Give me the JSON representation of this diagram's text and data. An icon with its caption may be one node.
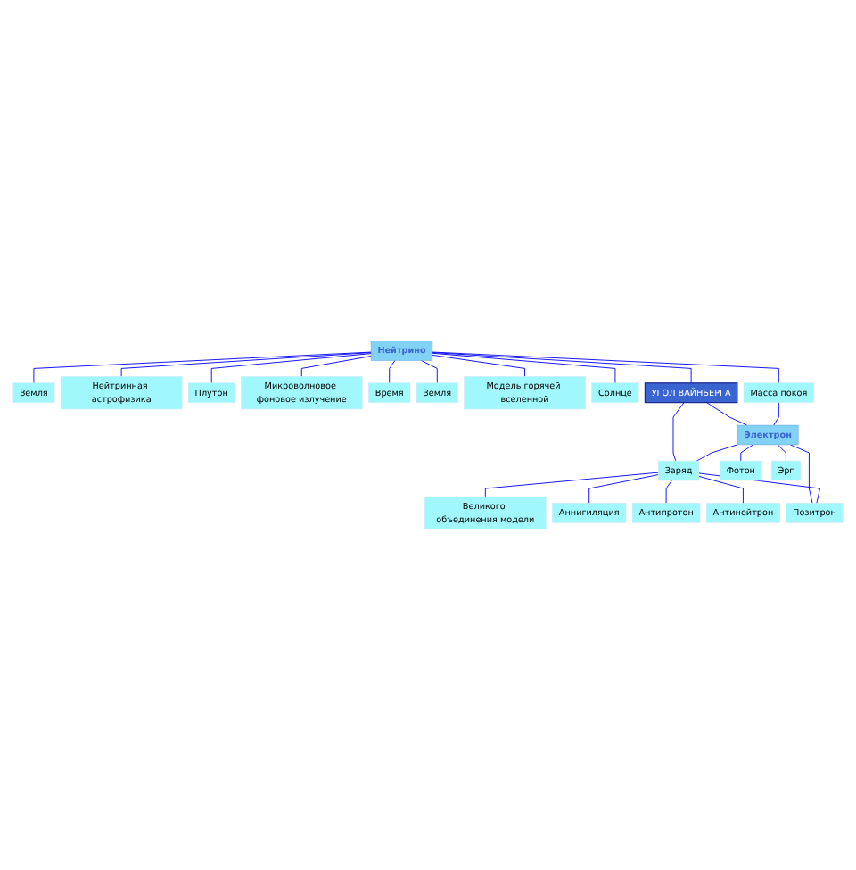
{
  "diagram": {
    "nodes": [
      {
        "text": [
          "Земля"
        ]
      },
      {
        "text": [
          "Нейтринная астрофизика"
        ]
      },
      {
        "text": [
          "Плутон"
        ]
      },
      {
        "text": [
          "Микроволновое фоновое излучение"
        ]
      },
      {
        "text": [
          "Время"
        ]
      },
      {
        "text": [
          "Земля"
        ]
      },
      {
        "text": [
          "Нейтрино"
        ]
      },
      {
        "text": [
          "Модель горячей вселенной"
        ]
      },
      {
        "text": [
          "Солнце"
        ]
      },
      {
        "text": [
          "Масса покоя"
        ]
      },
      {
        "text": [
          "УГОЛ ВАЙНБЕРГА"
        ]
      },
      {
        "text": [
          "Великого объединения модели"
        ]
      },
      {
        "text": [
          "Электрон"
        ]
      },
      {
        "text": [
          "Заряд"
        ]
      },
      {
        "text": [
          "Фотон"
        ]
      },
      {
        "text": [
          "Аннигиляция"
        ]
      },
      {
        "text": [
          "Позитрон"
        ]
      },
      {
        "text": [
          "Эрг"
        ]
      },
      {
        "text": [
          "Антипротон"
        ]
      },
      {
        "text": [
          "Антинейтрон"
        ]
      }
    ],
    "edges": [
      {
        "from": 6,
        "to": 0,
        "arrow": "none"
      },
      {
        "from": 6,
        "to": 1,
        "arrow": "none"
      },
      {
        "from": 6,
        "to": 2,
        "arrow": "none"
      },
      {
        "from": 6,
        "to": 3,
        "arrow": "none"
      },
      {
        "from": 6,
        "to": 4,
        "arrow": "none"
      },
      {
        "from": 6,
        "to": 5,
        "arrow": "none"
      },
      {
        "from": 6,
        "to": 7,
        "arrow": "none"
      },
      {
        "from": 6,
        "to": 8,
        "arrow": "none"
      },
      {
        "from": 6,
        "to": 9,
        "arrow": "none"
      },
      {
        "from": 6,
        "to": 10,
        "arrow": "none"
      },
      {
        "from": 10,
        "to": 12,
        "arrow": "none"
      },
      {
        "from": 10,
        "to": 13,
        "arrow": "none"
      },
      {
        "from": 9,
        "to": 12,
        "arrow": "none"
      },
      {
        "from": 12,
        "to": 13,
        "arrow": "none"
      },
      {
        "from": 12,
        "to": 14,
        "arrow": "none"
      },
      {
        "from": 12,
        "to": 16,
        "arrow": "none"
      },
      {
        "from": 12,
        "to": 17,
        "arrow": "none"
      },
      {
        "from": 13,
        "to": 11,
        "arrow": "none"
      },
      {
        "from": 13,
        "to": 15,
        "arrow": "none"
      },
      {
        "from": 13,
        "to": 18,
        "arrow": "none"
      },
      {
        "from": 13,
        "to": 19,
        "arrow": "none"
      },
      {
        "from": 13,
        "to": 16,
        "arrow": "none"
      }
    ]
  }
}
